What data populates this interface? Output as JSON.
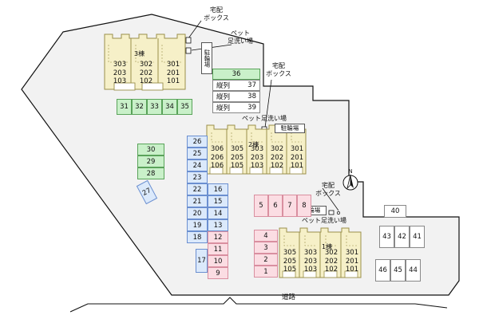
{
  "map": {
    "title": "apartment-site-plan",
    "road_label": "道路",
    "compass_label": "N",
    "colors": {
      "building_fill": "#f6f0c8",
      "building_stroke": "#9a8f4a",
      "site_fill": "#f2f2f2",
      "site_stroke": "#111111",
      "green": "#c9f0c9",
      "blue": "#dbe9fb",
      "pink": "#fbdde3",
      "white": "#ffffff"
    }
  },
  "annotations": [
    {
      "id": "delivery-box-top",
      "text": "宅配\nボックス"
    },
    {
      "id": "pet-wash-top",
      "text": "ペット\n足洗い場"
    },
    {
      "id": "delivery-box-mid",
      "text": "宅配\nボックス"
    },
    {
      "id": "pet-wash-mid",
      "text": "ペット足洗い場"
    },
    {
      "id": "delivery-box-right",
      "text": "宅配\nボックス"
    },
    {
      "id": "pet-wash-lower",
      "text": "ペット足洗い場"
    }
  ],
  "bike_parking": [
    {
      "id": "bike-parking-1",
      "text": "駐輪場"
    },
    {
      "id": "bike-parking-2",
      "text": "駐輪場"
    },
    {
      "id": "bike-parking-3",
      "text": "駐輪場"
    }
  ],
  "buildings": [
    {
      "id": "building-3",
      "name": "3棟",
      "columns": [
        {
          "units": [
            "303",
            "203",
            "103"
          ]
        },
        {
          "units": [
            "302",
            "202",
            "102"
          ]
        },
        {
          "units": [
            "301",
            "201",
            "101"
          ]
        }
      ]
    },
    {
      "id": "building-2",
      "name": "2棟",
      "columns": [
        {
          "units": [
            "306",
            "206",
            "106"
          ]
        },
        {
          "units": [
            "305",
            "205",
            "105"
          ]
        },
        {
          "units": [
            "303",
            "203",
            "103"
          ]
        },
        {
          "units": [
            "302",
            "202",
            "102"
          ]
        },
        {
          "units": [
            "301",
            "201",
            "101"
          ]
        }
      ]
    },
    {
      "id": "building-1",
      "name": "1棟",
      "columns": [
        {
          "units": [
            "305",
            "205",
            "105"
          ]
        },
        {
          "units": [
            "303",
            "203",
            "103"
          ]
        },
        {
          "units": [
            "302",
            "202",
            "102"
          ]
        },
        {
          "units": [
            "301",
            "201",
            "101"
          ]
        }
      ]
    }
  ],
  "parking": {
    "row_31_35": {
      "color": "green",
      "stalls": [
        "31",
        "32",
        "33",
        "34",
        "35"
      ]
    },
    "stall_36": {
      "color": "green",
      "label": "36"
    },
    "tandem": [
      {
        "label": "縦列",
        "number": "37"
      },
      {
        "label": "縦列",
        "number": "38"
      },
      {
        "label": "縦列",
        "number": "39"
      }
    ],
    "col_30_28": {
      "color": "green",
      "stalls": [
        "30",
        "29",
        "28"
      ]
    },
    "stall_27": {
      "color": "blue",
      "label": "27"
    },
    "col_26_18": {
      "color": "blue",
      "stalls": [
        "26",
        "25",
        "24",
        "23",
        "22",
        "21",
        "20",
        "19",
        "18"
      ]
    },
    "stall_17": {
      "color": "blue",
      "label": "17"
    },
    "col_16_13": {
      "color": "blue",
      "stalls": [
        "16",
        "15",
        "14",
        "13"
      ]
    },
    "col_12_9": {
      "color": "pink",
      "stalls": [
        "12",
        "11",
        "10",
        "9"
      ]
    },
    "row_5_8": {
      "color": "pink",
      "stalls": [
        "5",
        "6",
        "7",
        "8"
      ]
    },
    "col_4_1": {
      "color": "pink",
      "stalls": [
        "4",
        "3",
        "2",
        "1"
      ]
    },
    "stall_40": {
      "color": "white",
      "label": "40"
    },
    "row_43_41": {
      "color": "white",
      "stalls": [
        "43",
        "42",
        "41"
      ]
    },
    "row_46_44": {
      "color": "white",
      "stalls": [
        "46",
        "45",
        "44"
      ]
    }
  }
}
